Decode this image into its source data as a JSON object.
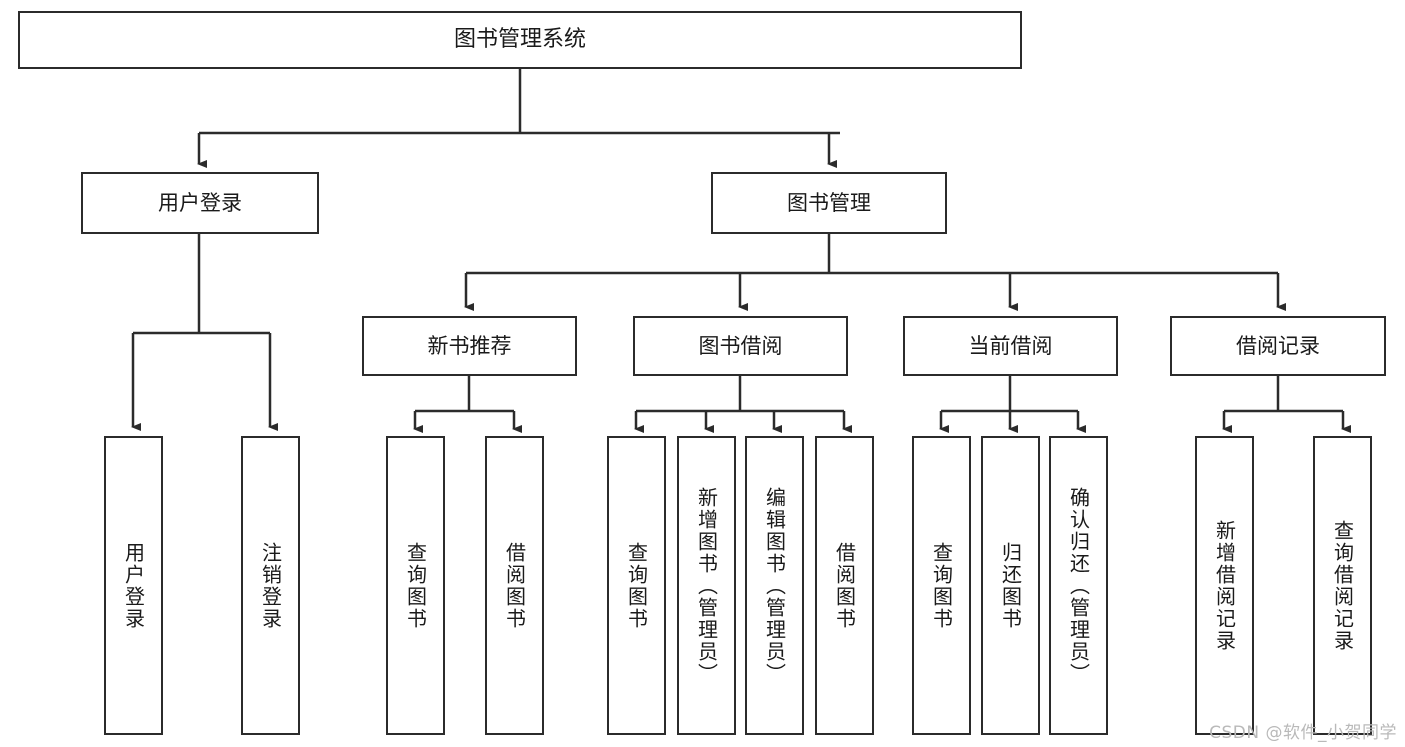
{
  "diagram": {
    "kind": "tree-hierarchy-chart",
    "title": "图书管理系统",
    "line_color": "#2b2b2b",
    "box_fill": "#ffffff",
    "text_color": "#1a1a1a"
  },
  "root": {
    "label": "图书管理系统"
  },
  "level2": {
    "user_login": {
      "label": "用户登录"
    },
    "book_manage": {
      "label": "图书管理"
    }
  },
  "level3": {
    "new_book_rec": {
      "label": "新书推荐"
    },
    "book_borrow": {
      "label": "图书借阅"
    },
    "current_borrow": {
      "label": "当前借阅"
    },
    "borrow_record": {
      "label": "借阅记录"
    }
  },
  "leaves": {
    "user_login_children": [
      {
        "label": "用户登录"
      },
      {
        "label": "注销登录"
      }
    ],
    "new_book_rec_children": [
      {
        "label": "查询图书"
      },
      {
        "label": "借阅图书"
      }
    ],
    "book_borrow_children": [
      {
        "label": "查询图书"
      },
      {
        "label": "新增图书（管理员）"
      },
      {
        "label": "编辑图书（管理员）"
      },
      {
        "label": "借阅图书"
      }
    ],
    "current_borrow_children": [
      {
        "label": "查询图书"
      },
      {
        "label": "归还图书"
      },
      {
        "label": "确认归还（管理员）"
      }
    ],
    "borrow_record_children": [
      {
        "label": "新增借阅记录"
      },
      {
        "label": "查询借阅记录"
      }
    ]
  },
  "watermark": {
    "text": "CSDN @软件_小贺同学"
  }
}
